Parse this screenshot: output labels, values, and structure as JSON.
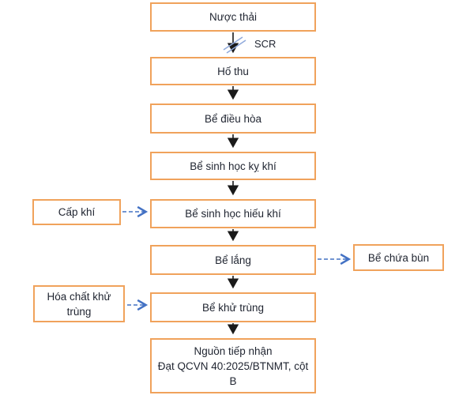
{
  "flowchart": {
    "description": "Wastewater treatment process flow diagram",
    "nodes": {
      "wastewater": "Nược thải",
      "collection_pit": "Hố thu",
      "equalization_tank": "Bể điều hòa",
      "anaerobic_tank": "Bể sinh học kỵ khí",
      "aerobic_tank": "Bể sinh học hiếu khí",
      "settling_tank": "Bể lắng",
      "disinfection_tank": "Bể khử trùng",
      "receiving_line1": "Nguồn tiếp nhận",
      "receiving_line2": "Đạt QCVN 40:2025/BTNMT, cột",
      "receiving_line3": "B",
      "air_supply": "Cấp khí",
      "chemical_line1": "Hóa chất khử",
      "chemical_line2": "trùng",
      "sludge_tank": "Bể chứa bùn"
    },
    "labels": {
      "screen": "SCR"
    },
    "edges": [
      {
        "from": "Nược thải",
        "to": "Hố thu",
        "style": "solid",
        "note": "SCR screen symbol on arrow"
      },
      {
        "from": "Hố thu",
        "to": "Bể điều hòa",
        "style": "solid"
      },
      {
        "from": "Bể điều hòa",
        "to": "Bể sinh học kỵ khí",
        "style": "solid"
      },
      {
        "from": "Bể sinh học kỵ khí",
        "to": "Bể sinh học hiếu khí",
        "style": "solid"
      },
      {
        "from": "Cấp khí",
        "to": "Bể sinh học hiếu khí",
        "style": "dashed"
      },
      {
        "from": "Bể sinh học hiếu khí",
        "to": "Bể lắng",
        "style": "solid"
      },
      {
        "from": "Bể lắng",
        "to": "Bể chứa bùn",
        "style": "dashed"
      },
      {
        "from": "Bể lắng",
        "to": "Bể khử trùng",
        "style": "solid"
      },
      {
        "from": "Hóa chất khử trùng",
        "to": "Bể khử trùng",
        "style": "dashed"
      },
      {
        "from": "Bể khử trùng",
        "to": "Nguồn tiếp nhận",
        "style": "solid"
      }
    ],
    "colors": {
      "box_border": "#F0A25B",
      "text": "#1F2430",
      "flow_arrow": "#1A1A1A",
      "dashed_arrow": "#4472C4",
      "screen_slash": "#8FAADC"
    }
  }
}
